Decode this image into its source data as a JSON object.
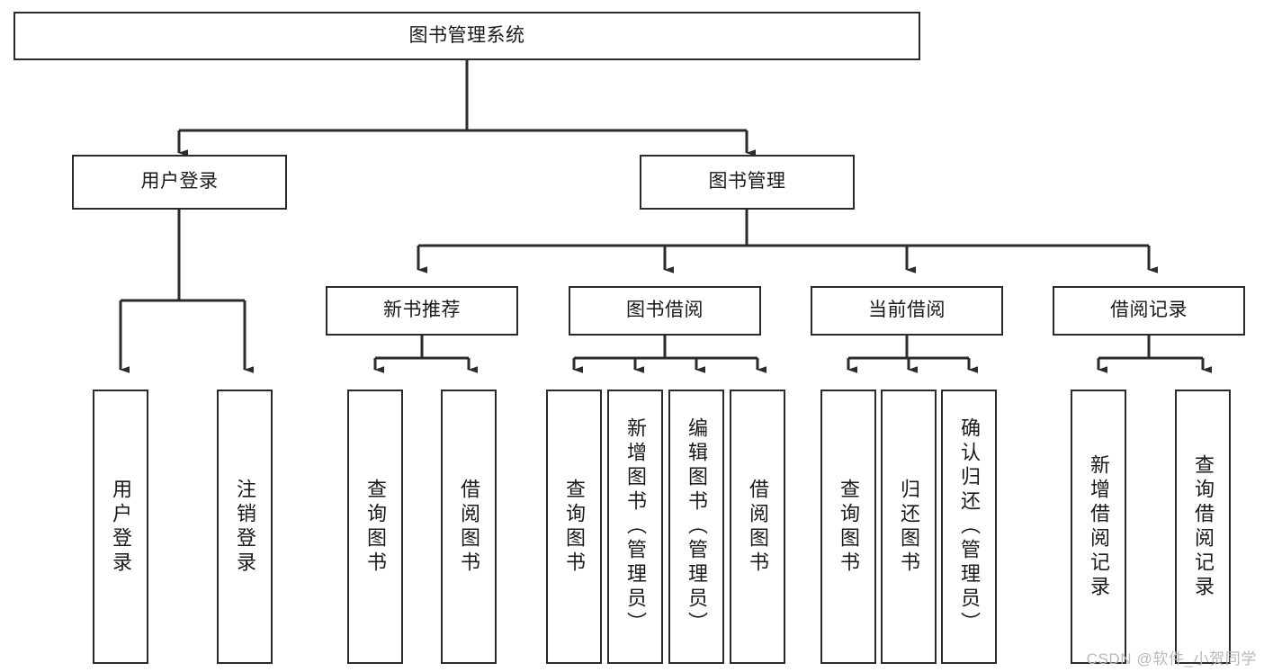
{
  "diagram": {
    "type": "tree",
    "title": "图书管理系统",
    "watermark": "CSDN @软件_小贺同学",
    "colors": {
      "stroke": "#2b2b2b",
      "fill": "#ffffff",
      "text": "#1a1a1a",
      "watermark": "#b9b9b9"
    },
    "nodes": {
      "root": {
        "label": "图书管理系统",
        "orientation": "horizontal"
      },
      "l1": [
        {
          "id": "user-login",
          "label": "用户登录",
          "orientation": "horizontal"
        },
        {
          "id": "book-manage",
          "label": "图书管理",
          "orientation": "horizontal"
        }
      ],
      "l2": [
        {
          "id": "new-book-rec",
          "label": "新书推荐",
          "orientation": "horizontal"
        },
        {
          "id": "book-borrow",
          "label": "图书借阅",
          "orientation": "horizontal"
        },
        {
          "id": "current-borrow",
          "label": "当前借阅",
          "orientation": "horizontal"
        },
        {
          "id": "borrow-record",
          "label": "借阅记录",
          "orientation": "horizontal"
        }
      ],
      "leaves": {
        "user-login": [
          {
            "id": "leaf-user-login",
            "label": "用户登录",
            "orientation": "vertical"
          },
          {
            "id": "leaf-logout-login",
            "label": "注销登录",
            "orientation": "vertical"
          }
        ],
        "new-book-rec": [
          {
            "id": "leaf-query-book-1",
            "label": "查询图书",
            "orientation": "vertical"
          },
          {
            "id": "leaf-borrow-book-1",
            "label": "借阅图书",
            "orientation": "vertical"
          }
        ],
        "book-borrow": [
          {
            "id": "leaf-query-book-2",
            "label": "查询图书",
            "orientation": "vertical"
          },
          {
            "id": "leaf-add-book",
            "label": "新增图书（管理员）",
            "orientation": "vertical"
          },
          {
            "id": "leaf-edit-book",
            "label": "编辑图书（管理员）",
            "orientation": "vertical"
          },
          {
            "id": "leaf-borrow-book-2",
            "label": "借阅图书",
            "orientation": "vertical"
          }
        ],
        "current-borrow": [
          {
            "id": "leaf-query-book-3",
            "label": "查询图书",
            "orientation": "vertical"
          },
          {
            "id": "leaf-return-book",
            "label": "归还图书",
            "orientation": "vertical"
          },
          {
            "id": "leaf-confirm-return",
            "label": "确认归还（管理员）",
            "orientation": "vertical"
          }
        ],
        "borrow-record": [
          {
            "id": "leaf-add-record",
            "label": "新增借阅记录",
            "orientation": "vertical"
          },
          {
            "id": "leaf-query-record",
            "label": "查询借阅记录",
            "orientation": "vertical"
          }
        ]
      }
    }
  }
}
